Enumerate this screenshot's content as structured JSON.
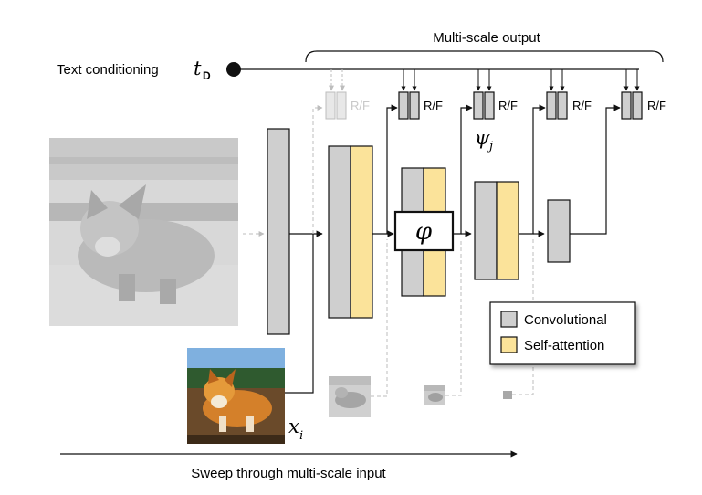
{
  "labels": {
    "multi_scale_output": "Multi-scale output",
    "text_conditioning": "Text conditioning",
    "t_main": "t",
    "t_sub": "D",
    "rf": "R/F",
    "psi_main": "ψ",
    "psi_sub": "j",
    "phi": "φ",
    "x_main": "x",
    "x_sub": "i",
    "sweep": "Sweep through multi-scale input"
  },
  "legend": {
    "items": [
      {
        "label": "Convolutional",
        "color": "#cfcfcf"
      },
      {
        "label": "Self-attention",
        "color": "#fbe39a"
      }
    ]
  },
  "colors": {
    "conv": "#cfcfcf",
    "attn": "#fbe39a",
    "faded": "#bdbdbd",
    "line": "#111111"
  }
}
